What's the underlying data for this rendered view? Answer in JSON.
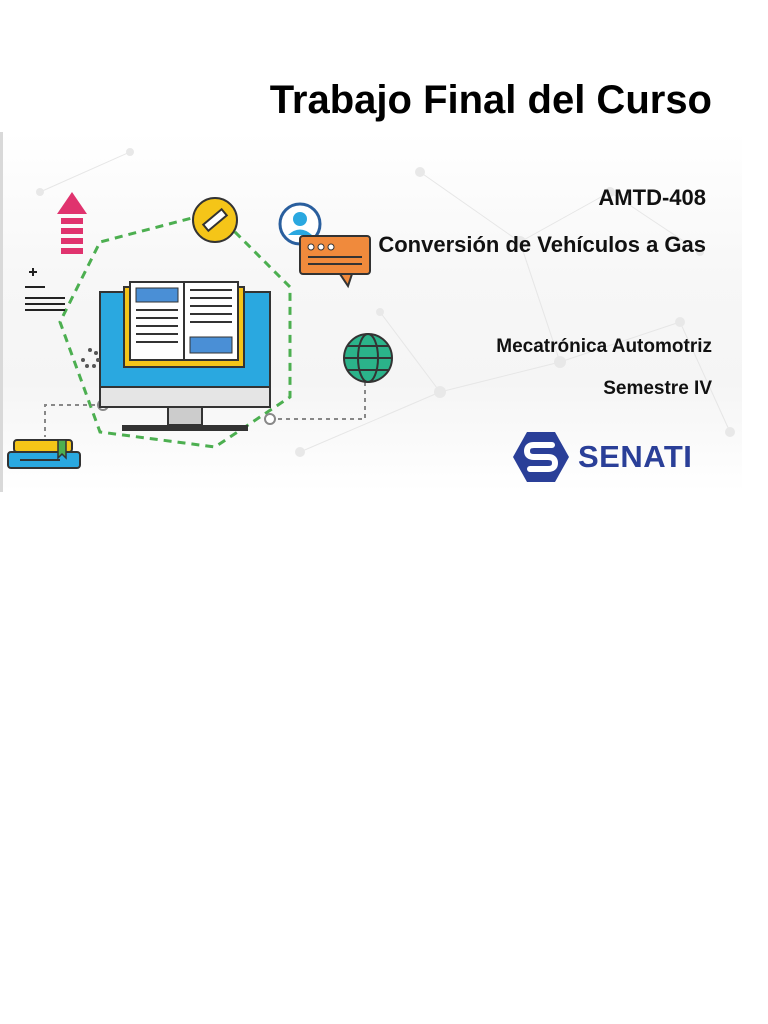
{
  "document": {
    "title": "Trabajo Final del Curso",
    "course_code": "AMTD-408",
    "course_name": "Conversión de Vehículos a Gas",
    "career": "Mecatrónica Automotriz",
    "semester": "Semestre IV"
  },
  "logo": {
    "brand": "SENATI",
    "color": "#2a3f98"
  },
  "illustration": {
    "icons": [
      "upload-arrow-icon",
      "list-icon",
      "pencil-icon",
      "user-icon",
      "chat-bubble-icon",
      "open-book-icon",
      "monitor-icon",
      "globe-icon",
      "books-stack-icon",
      "loading-icon"
    ],
    "colors": {
      "accent_blue": "#2aa8e0",
      "book_yellow": "#f5c518",
      "dashed_green": "#4caf50",
      "chat_orange": "#f08a3c",
      "arrow_pink": "#e0336e",
      "globe_teal": "#2bb38a"
    }
  }
}
